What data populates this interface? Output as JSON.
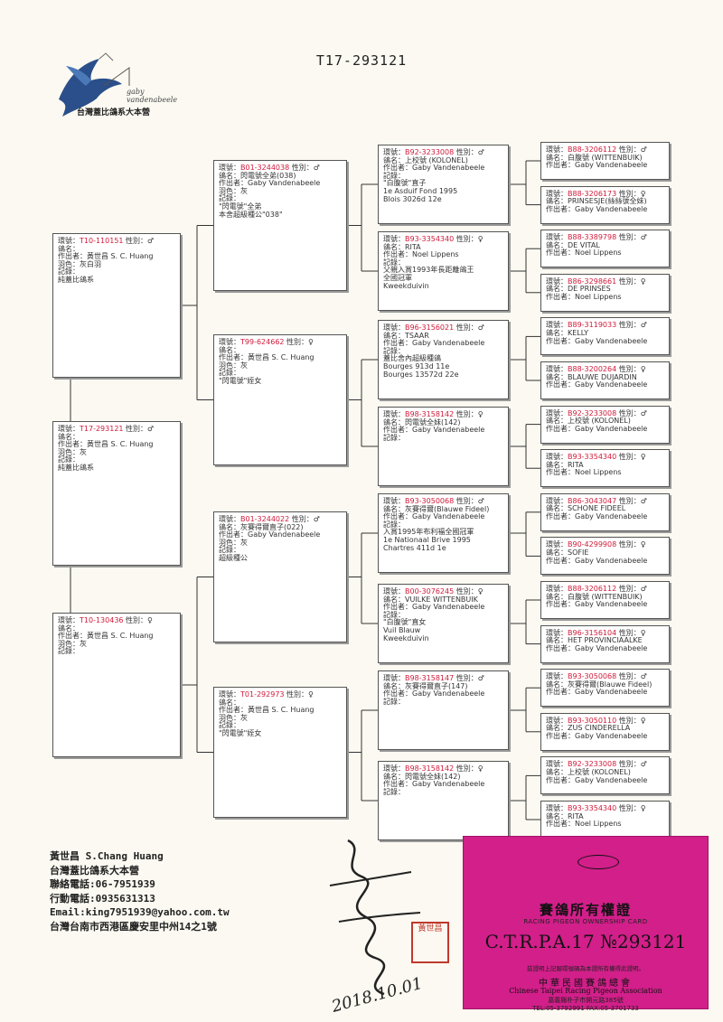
{
  "title": "T17-293121",
  "logo": {
    "brand": "gaby vandenabeele",
    "club": "台灣蓋比鴿系大本營"
  },
  "labels": {
    "ring": "環號：",
    "sex": "性別：",
    "name": "鴿名：",
    "breeder": "作出者：",
    "color": "羽色：",
    "remarks": "記錄："
  },
  "pedigree": {
    "subject": {
      "ring": "T17-293121",
      "sex": "♂",
      "name": "",
      "breeder": "黃世昌 S. C. Huang",
      "color": "灰",
      "remarks": [
        "純蓋比鴿系"
      ]
    },
    "sire": {
      "ring": "T10-110151",
      "sex": "♂",
      "name": "",
      "breeder": "黃世昌 S. C. Huang",
      "color": "灰白羽",
      "remarks": [
        "純蓋比鴿系"
      ]
    },
    "dam": {
      "ring": "T10-130436",
      "sex": "♀",
      "name": "",
      "breeder": "黃世昌 S. C. Huang",
      "color": "灰",
      "remarks": []
    },
    "gen2": [
      {
        "ring": "B01-3244038",
        "sex": "♂",
        "name": "閃電號全弟(038)",
        "breeder": "Gaby Vandenabeele",
        "color": "灰",
        "remarks": [
          "\"閃電號\"全弟",
          "本舍超級種公\"038\""
        ]
      },
      {
        "ring": "T99-624662",
        "sex": "♀",
        "name": "",
        "breeder": "黃世昌 S. C. Huang",
        "color": "灰",
        "remarks": [
          "\"閃電號\"姪女"
        ]
      },
      {
        "ring": "B01-3244022",
        "sex": "♂",
        "name": "灰賽得爾直子(022)",
        "breeder": "Gaby Vandenabeele",
        "color": "灰",
        "remarks": [
          "超級種公"
        ]
      },
      {
        "ring": "T01-292973",
        "sex": "♀",
        "name": "",
        "breeder": "黃世昌 S. C. Huang",
        "color": "灰",
        "remarks": [
          "\"閃電號\"姪女"
        ]
      }
    ],
    "gen3": [
      {
        "ring": "B92-3233008",
        "sex": "♂",
        "name": "上校號 (KOLONEL)",
        "breeder": "Gaby Vandenabeele",
        "remarks": [
          "\"白腹號\"直子",
          "1e Asduif Fond 1995",
          "Blois 3026d 12e"
        ]
      },
      {
        "ring": "B93-3354340",
        "sex": "♀",
        "name": "RITA",
        "breeder": "Noel Lippens",
        "remarks": [
          "父親入賞1993年長距離鴿王",
          "全國冠軍",
          "Kweekduivin"
        ]
      },
      {
        "ring": "B96-3156021",
        "sex": "♂",
        "name": "TSAAR",
        "breeder": "Gaby Vandenabeele",
        "remarks": [
          "蓋比舍內超級種鴿",
          "Bourges 913d 11e",
          "Bourges 13572d 22e"
        ]
      },
      {
        "ring": "B98-3158142",
        "sex": "♀",
        "name": "閃電號全妹(142)",
        "breeder": "Gaby Vandenabeele",
        "remarks": []
      },
      {
        "ring": "B93-3050068",
        "sex": "♂",
        "name": "灰賽得爾(Blauwe Fideel)",
        "breeder": "Gaby Vandenabeele",
        "remarks": [
          "入賞1995年布利福全國冠軍",
          "1e Nationaal Brive 1995",
          "Chartres 411d 1e"
        ]
      },
      {
        "ring": "B00-3076245",
        "sex": "♀",
        "name": "VUILKE WITTENBUIK",
        "breeder": "Gaby Vandenabeele",
        "remarks": [
          "\"白腹號\"直女",
          "Vuil Blauw",
          "Kweekduivin"
        ]
      },
      {
        "ring": "B98-3158147",
        "sex": "♂",
        "name": "灰賽得爾直子(147)",
        "breeder": "Gaby Vandenabeele",
        "remarks": []
      },
      {
        "ring": "B98-3158142",
        "sex": "♀",
        "name": "閃電號全妹(142)",
        "breeder": "Gaby Vandenabeele",
        "remarks": []
      }
    ],
    "gen4": [
      {
        "ring": "B88-3206112",
        "sex": "♂",
        "name": "白腹號 (WITTENBUIK)",
        "breeder": "Gaby Vandenabeele"
      },
      {
        "ring": "B88-3206173",
        "sex": "♀",
        "name": "PRINSESJE(絲絲號全妹)",
        "breeder": "Gaby Vandenabeele"
      },
      {
        "ring": "B88-3389798",
        "sex": "♂",
        "name": "DE VITAL",
        "breeder": "Noel Lippens"
      },
      {
        "ring": "B86-3298661",
        "sex": "♀",
        "name": "DE PRINSES",
        "breeder": "Noel Lippens"
      },
      {
        "ring": "B89-3119033",
        "sex": "♂",
        "name": "KELLY",
        "breeder": "Gaby Vandenabeele"
      },
      {
        "ring": "B88-3200264",
        "sex": "♀",
        "name": "BLAUWE DUJARDIN",
        "breeder": "Gaby Vandenabeele"
      },
      {
        "ring": "B92-3233008",
        "sex": "♂",
        "name": "上校號 (KOLONEL)",
        "breeder": "Gaby Vandenabeele"
      },
      {
        "ring": "B93-3354340",
        "sex": "♀",
        "name": "RITA",
        "breeder": "Noel Lippens"
      },
      {
        "ring": "B86-3043047",
        "sex": "♂",
        "name": "SCHONE FIDEEL",
        "breeder": "Gaby Vandenabeele"
      },
      {
        "ring": "B90-4299908",
        "sex": "♀",
        "name": "SOFIE",
        "breeder": "Gaby Vandenabeele"
      },
      {
        "ring": "B88-3206112",
        "sex": "♂",
        "name": "白腹號 (WITTENBUIK)",
        "breeder": "Gaby Vandenabeele"
      },
      {
        "ring": "B96-3156104",
        "sex": "♀",
        "name": "HET PROVINCIAALKE",
        "breeder": "Gaby Vandenabeele"
      },
      {
        "ring": "B93-3050068",
        "sex": "♂",
        "name": "灰賽得爾(Blauwe Fideel)",
        "breeder": "Gaby Vandenabeele"
      },
      {
        "ring": "B93-3050110",
        "sex": "♀",
        "name": "ZUS CINDERELLA",
        "breeder": "Gaby Vandenabeele"
      },
      {
        "ring": "B92-3233008",
        "sex": "♂",
        "name": "上校號 (KOLONEL)",
        "breeder": "Gaby Vandenabeele"
      },
      {
        "ring": "B93-3354340",
        "sex": "♀",
        "name": "RITA",
        "breeder": "Noel Lippens"
      }
    ]
  },
  "footer": {
    "lines": [
      "黃世昌 S.Chang Huang",
      "台灣蓋比鴿系大本營",
      "聯絡電話:06-7951939",
      "行動電話:0935631313",
      "Email:king7951939@yahoo.com.tw",
      "台灣台南市西港區慶安里中州14之1號"
    ]
  },
  "signature_date": "2018.10.01",
  "stamp_text": "黃世昌",
  "card": {
    "title": "賽鴿所有權證",
    "subtitle": "RACING PIGEON OWNERSHIP CARD",
    "number_line": "C.T.R.P.A.17 №293121",
    "note": "茲證明上記腳環號碼為本證所有權得此證明。",
    "org_cn": "中華民國賽鴿總會",
    "org_en": "Chinese Taipei Racing Pigeon Association",
    "address": "嘉義縣朴子市開元路385號",
    "phone": "TEL:05-3792991   FAX:05-3701733"
  },
  "colors": {
    "ring": "#d01a3a",
    "card": "#d21f8a",
    "stamp": "#c0392b"
  }
}
